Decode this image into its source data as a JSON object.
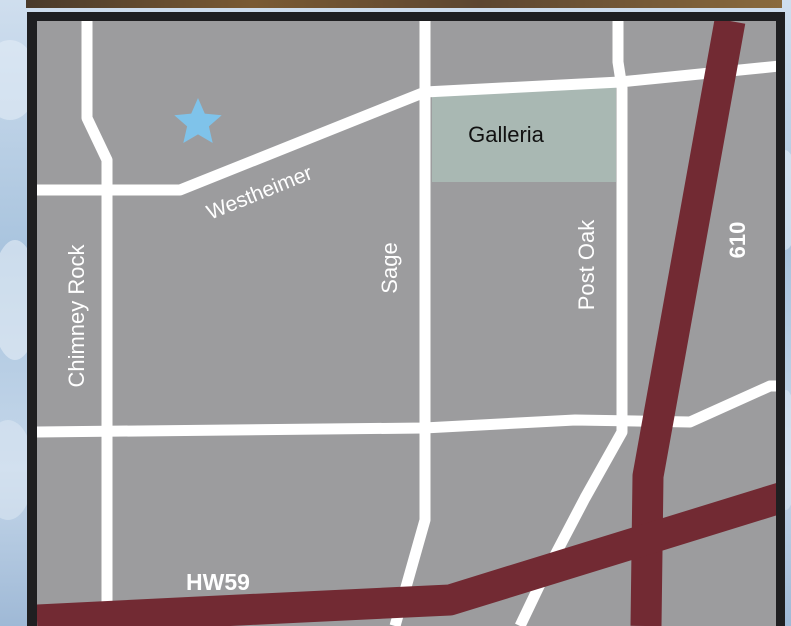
{
  "colors": {
    "map_bg": "#9c9c9e",
    "frame": "#1f1f21",
    "road": "#ffffff",
    "highway": "#722a33",
    "galleria_block": "#a9b8b3",
    "star": "#7fc3ea",
    "sky_light": "#dce8f3",
    "sky_mid": "#a7c2dd",
    "top_strip": "#7a5a33"
  },
  "map": {
    "icons": {
      "location": "star-icon"
    },
    "labels": {
      "westheimer": "Westheimer",
      "chimney_rock": "Chimney Rock",
      "sage": "Sage",
      "post_oak": "Post Oak",
      "galleria": "Galleria",
      "hwy610": "610",
      "hw59": "HW59"
    }
  }
}
